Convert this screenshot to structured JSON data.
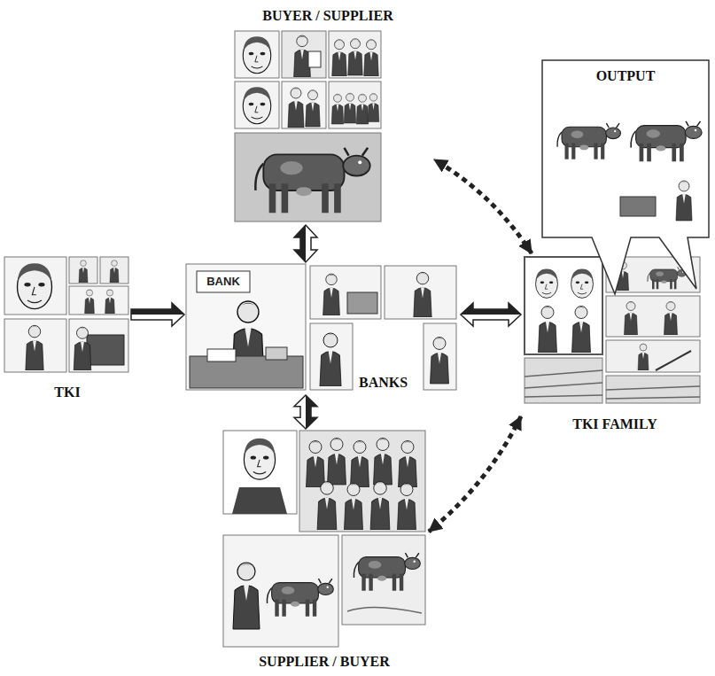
{
  "diagram": {
    "nodes": [
      {
        "text": [
          "BUYER / SUPPLIER"
        ]
      },
      {
        "text": [
          "TKI"
        ]
      },
      {
        "text": [
          "BANKS"
        ]
      },
      {
        "text": [
          "OUTPUT"
        ]
      },
      {
        "text": [
          "TKI FAMILY"
        ]
      },
      {
        "text": [
          "SUPPLIER / BUYER"
        ]
      }
    ],
    "edges": [
      {
        "from": 1,
        "to": 2,
        "arrow": "to"
      },
      {
        "from": 2,
        "to": 0,
        "arrow": "both"
      },
      {
        "from": 2,
        "to": 5,
        "arrow": "both"
      },
      {
        "from": 2,
        "to": 4,
        "arrow": "both"
      },
      {
        "from": 4,
        "to": 0,
        "arrow": "both"
      },
      {
        "from": 4,
        "to": 5,
        "arrow": "both"
      }
    ],
    "labels": [
      "BANK"
    ]
  }
}
